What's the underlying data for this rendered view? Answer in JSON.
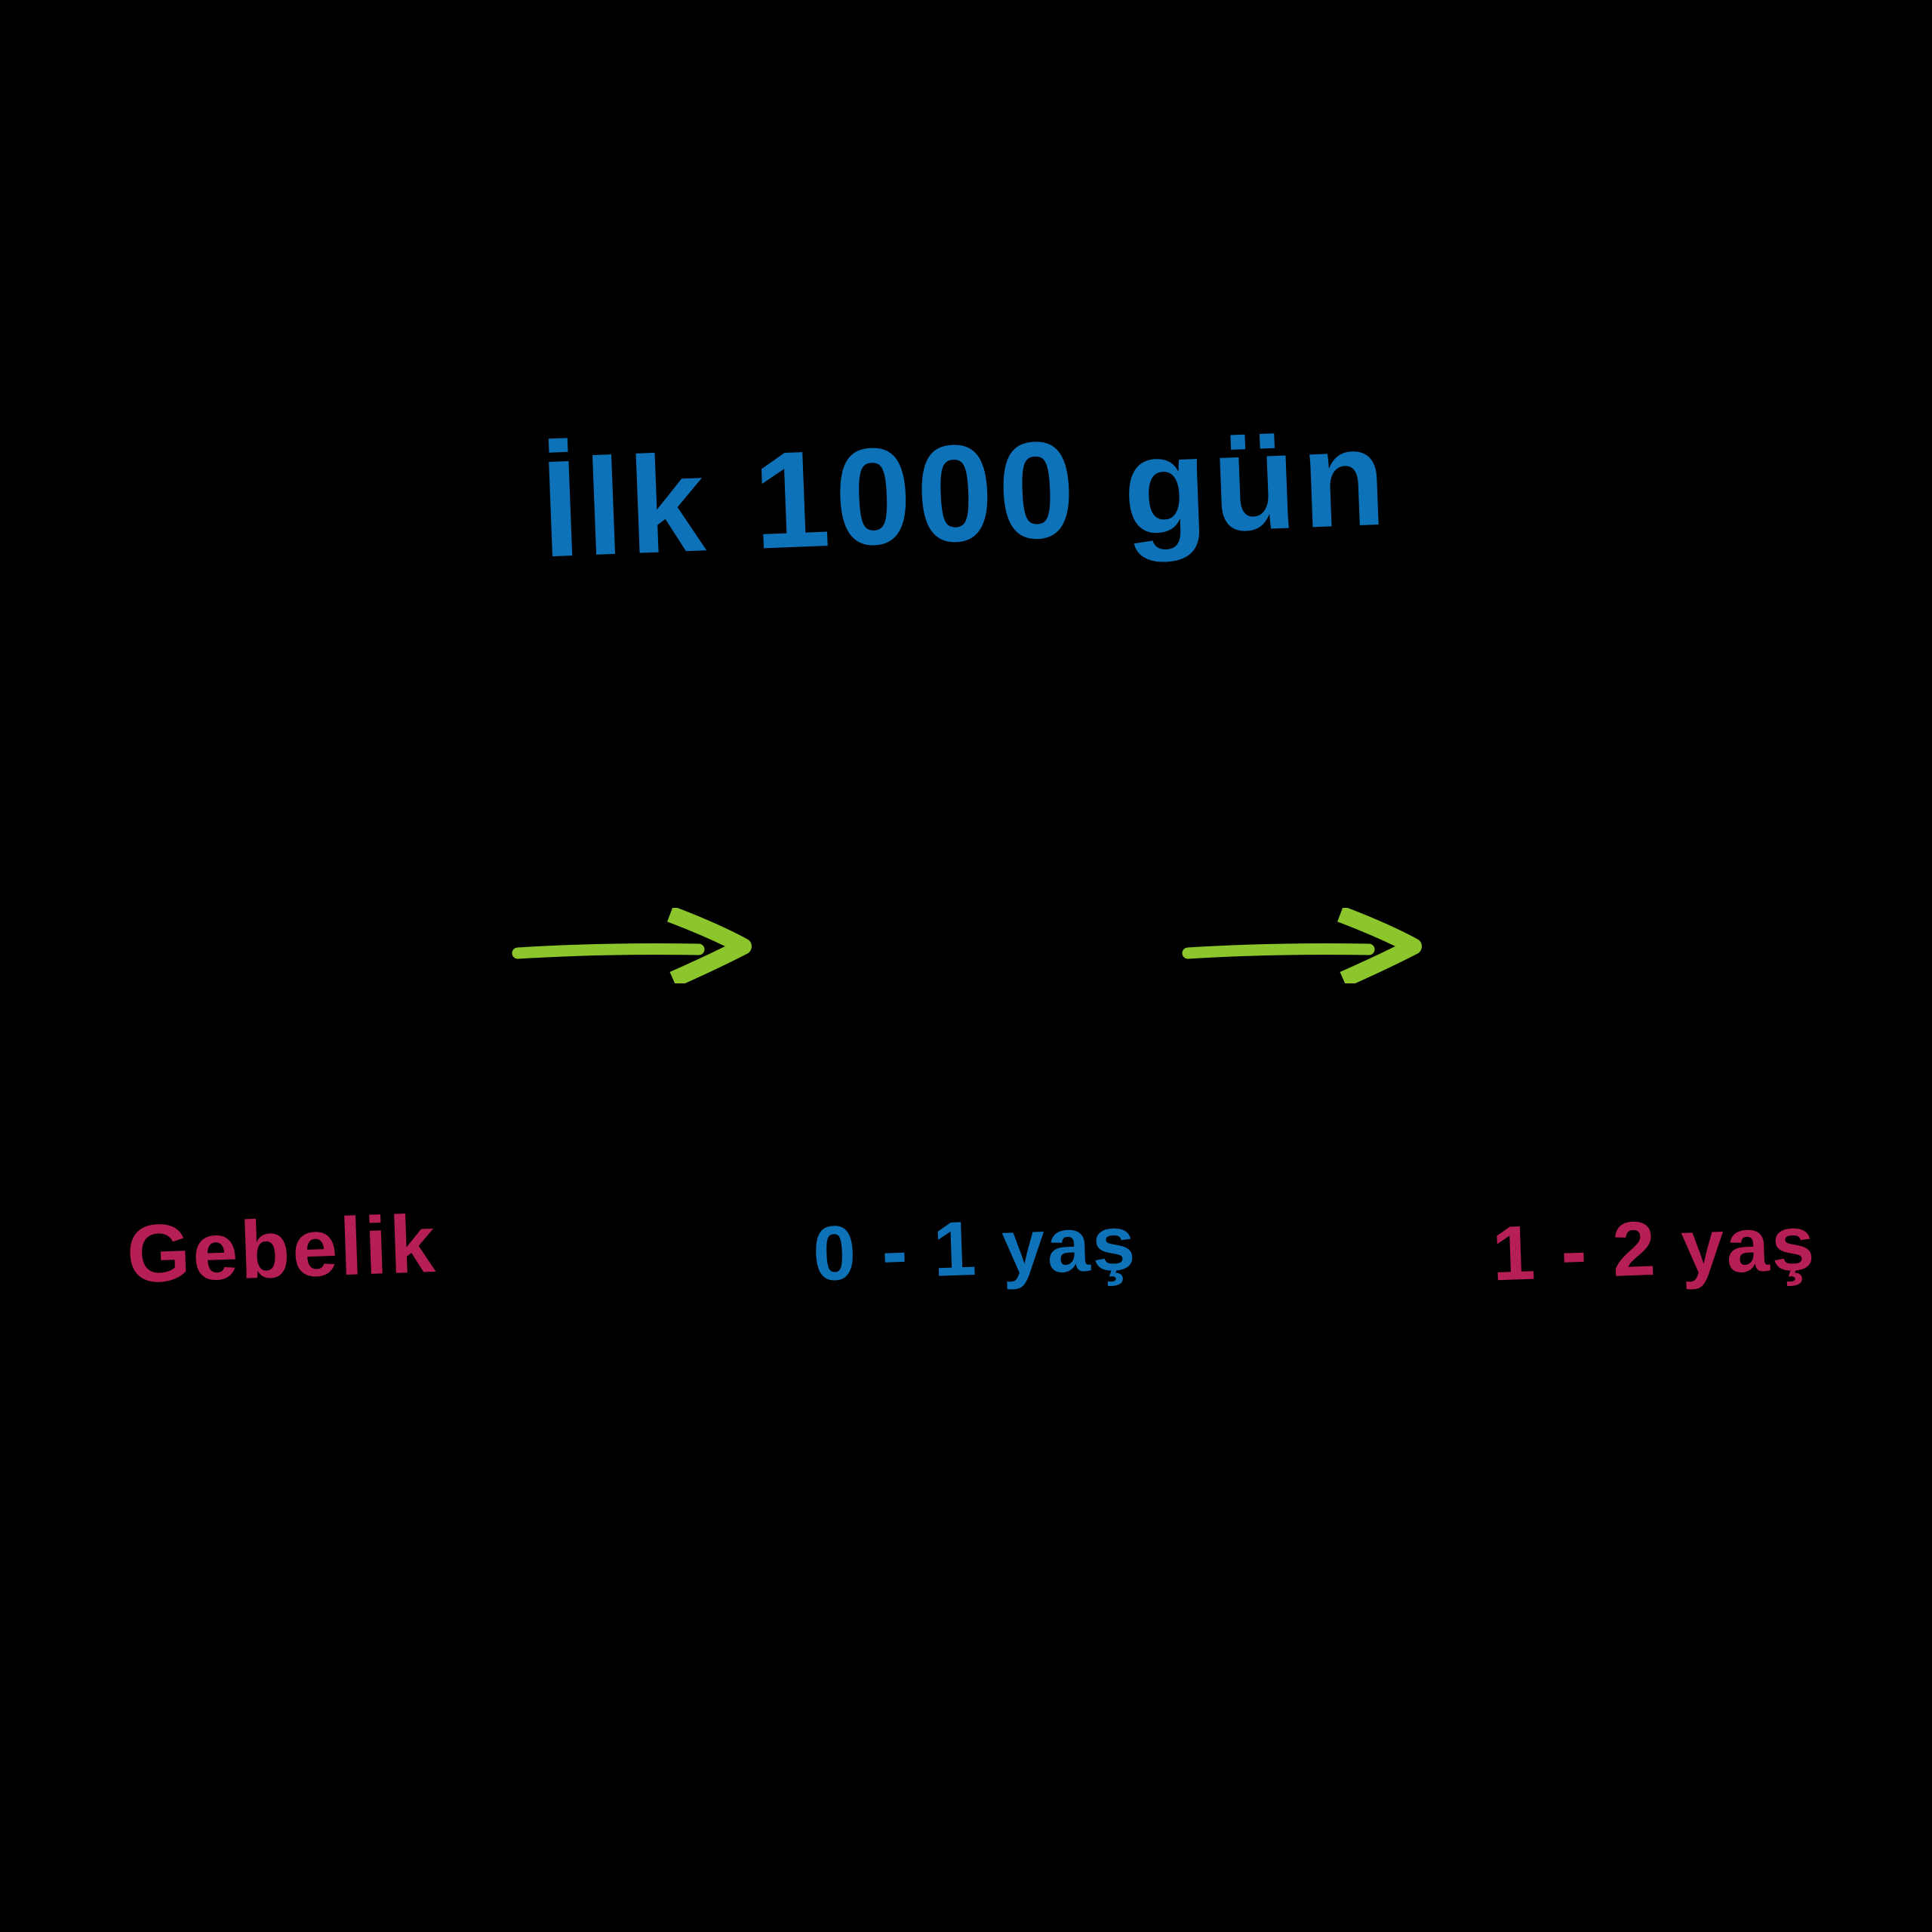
{
  "page": {
    "title": "İlk 1000 gün",
    "background_color": "#000000"
  },
  "palette": {
    "title_blue": "#0e72b9",
    "arrow_green": "#8dc62c",
    "stage_crimson": "#b61e56"
  },
  "icons": {
    "forward_arrow": "arrow-right-icon"
  },
  "timeline": {
    "stages": [
      {
        "label": "Gebelik",
        "color": "#b61e56"
      },
      {
        "label": "0 - 1 yaş",
        "color": "#0e72b9"
      },
      {
        "label": "1 - 2 yaş",
        "color": "#b61e56"
      }
    ]
  }
}
